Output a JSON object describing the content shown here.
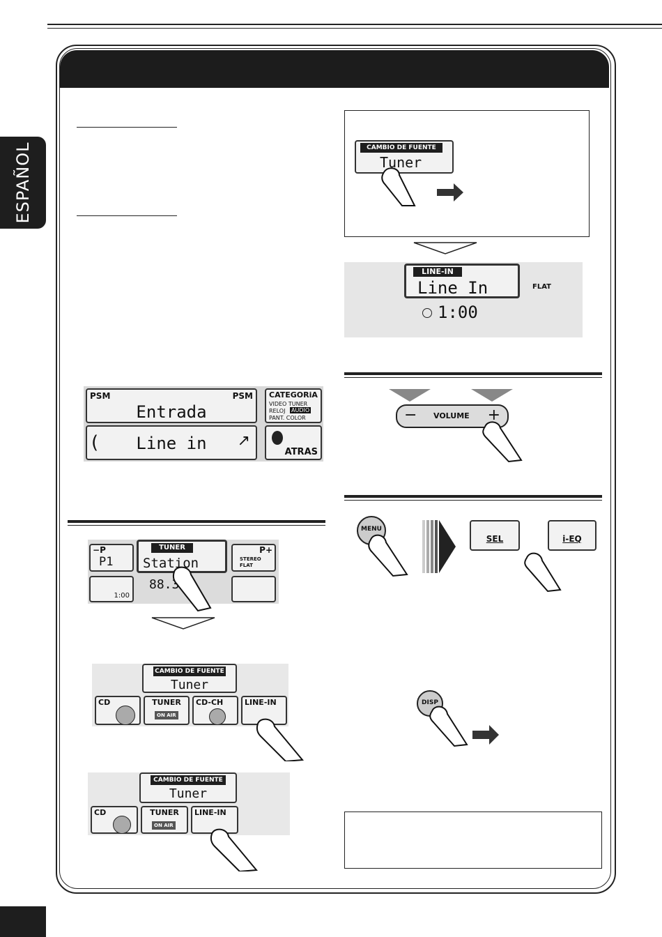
{
  "sidebar": {
    "language": "ESPAÑOL"
  },
  "entrada_panel": {
    "psm_left": "PSM",
    "psm_right": "PSM",
    "title": "Entrada",
    "value": "Line in",
    "category_title": "CATEGORiA",
    "category_line1": "VIDEO TUNER",
    "category_line2_a": "RELOJ",
    "category_line2_b": "AUDIO",
    "category_line3": "PANT. COLOR",
    "back": "ATRAS"
  },
  "tuner_panel": {
    "preset_minus": "P",
    "preset_plus": "P",
    "preset": "P1",
    "label": "TUNER",
    "name": "Station",
    "stereo": "STEREO",
    "flat": "FLAT",
    "freq": "88.3",
    "clock": "1:00"
  },
  "source_panel_a": {
    "label": "CAMBIO DE FUENTE",
    "value": "Tuner",
    "sources": [
      "CD",
      "TUNER",
      "CD-CH",
      "LINE-IN"
    ],
    "tuner_sub": "ON AIR"
  },
  "source_panel_b": {
    "label": "CAMBIO DE FUENTE",
    "value": "Tuner",
    "sources": [
      "CD",
      "TUNER",
      "LINE-IN"
    ],
    "tuner_sub": "ON AIR"
  },
  "source_change_box": {
    "label": "CAMBIO DE FUENTE",
    "value": "Tuner"
  },
  "linein_panel": {
    "label": "LINE-IN",
    "value": "Line In",
    "flat": "FLAT",
    "clock": "1:00"
  },
  "volume": {
    "minus": "−",
    "label": "VOLUME",
    "plus": "+"
  },
  "menu": {
    "menu_button": "MENU",
    "sel": "SEL",
    "ieq": "i-EQ"
  },
  "disp": {
    "label": "DISP"
  }
}
